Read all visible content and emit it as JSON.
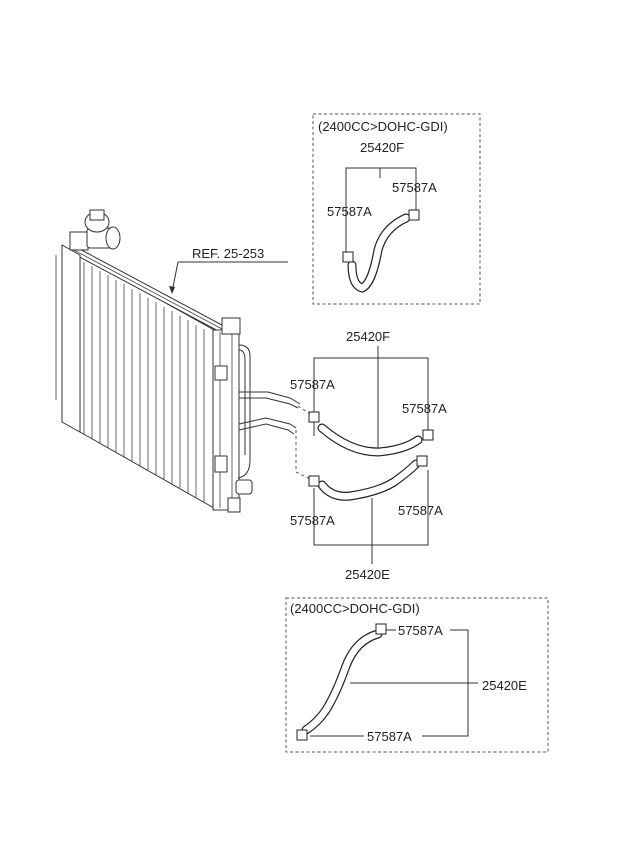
{
  "reference": "REF. 25-253",
  "top_box": {
    "condition": "(2400CC>DOHC-GDI)",
    "hose": "25420F",
    "clamp_right": "57587A",
    "clamp_left": "57587A"
  },
  "middle_group": {
    "upper_hose": "25420F",
    "upper_clamp_left": "57587A",
    "upper_clamp_right": "57587A",
    "lower_clamp_left": "57587A",
    "lower_clamp_right": "57587A",
    "lower_hose": "25420E"
  },
  "bottom_box": {
    "condition": "(2400CC>DOHC-GDI)",
    "clamp_top": "57587A",
    "hose": "25420E",
    "clamp_bottom": "57587A"
  }
}
